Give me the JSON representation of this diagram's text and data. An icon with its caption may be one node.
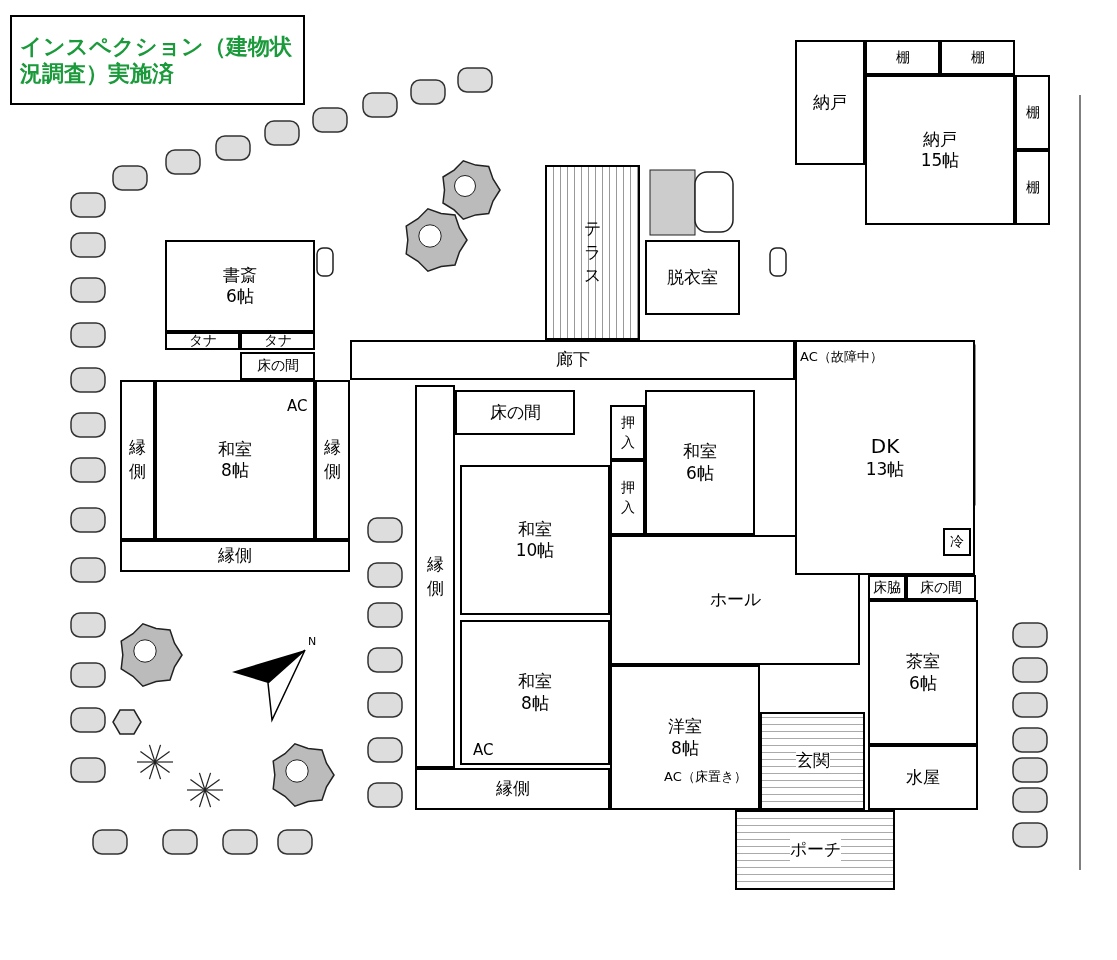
{
  "diagram": {
    "nodes": [
      {
        "text": [
          "インスペクション（建物状況調査）実施済"
        ]
      },
      {
        "text": [
          "納戸"
        ]
      },
      {
        "text": [
          "納戸",
          "15帖"
        ]
      },
      {
        "text": [
          "棚"
        ]
      },
      {
        "text": [
          "棚"
        ]
      },
      {
        "text": [
          "棚"
        ]
      },
      {
        "text": [
          "棚"
        ]
      },
      {
        "text": [
          "テラス"
        ]
      },
      {
        "text": [
          "脱衣室"
        ]
      },
      {
        "text": [
          "書斎",
          "6帖"
        ]
      },
      {
        "text": [
          "タナ"
        ]
      },
      {
        "text": [
          "タナ"
        ]
      },
      {
        "text": [
          "床の間"
        ]
      },
      {
        "text": [
          "廊下"
        ]
      },
      {
        "text": [
          "和室",
          "8帖"
        ]
      },
      {
        "text": [
          "縁側"
        ]
      },
      {
        "text": [
          "縁側"
        ]
      },
      {
        "text": [
          "縁側"
        ]
      },
      {
        "text": [
          "床の間"
        ]
      },
      {
        "text": [
          "押入"
        ]
      },
      {
        "text": [
          "押入"
        ]
      },
      {
        "text": [
          "和室",
          "6帖"
        ]
      },
      {
        "text": [
          "和室",
          "10帖"
        ]
      },
      {
        "text": [
          "ホール"
        ]
      },
      {
        "text": [
          "和室",
          "8帖"
        ]
      },
      {
        "text": [
          "縁側"
        ]
      },
      {
        "text": [
          "縁側"
        ]
      },
      {
        "text": [
          "洋室",
          "8帖"
        ]
      },
      {
        "text": [
          "玄関"
        ]
      },
      {
        "text": [
          "ポーチ"
        ]
      },
      {
        "text": [
          "DK",
          "13帖"
        ]
      },
      {
        "text": [
          "冷"
        ],
        "in": 30
      },
      {
        "text": [
          "床脇"
        ]
      },
      {
        "text": [
          "床の間"
        ]
      },
      {
        "text": [
          "茶室",
          "6帖"
        ]
      },
      {
        "text": [
          "水屋"
        ]
      }
    ],
    "labels": [
      "AC（故障中）",
      "AC",
      "AC",
      "AC（床置き）",
      "N"
    ]
  }
}
